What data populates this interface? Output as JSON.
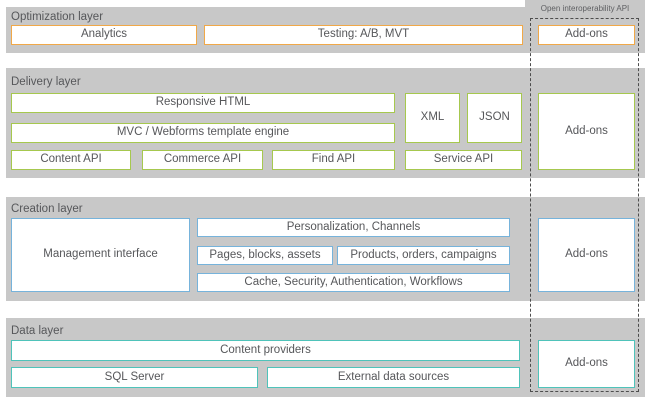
{
  "open_api": {
    "label": "Open interoperability API"
  },
  "colors": {
    "optimization_accent": "#F0A848",
    "delivery_accent": "#A6C84E",
    "creation_accent": "#76B3DB",
    "data_accent": "#4FC3BA",
    "band_background": "#C8C8C8",
    "text": "#56575A",
    "dashed_outline": "#4D4D4D"
  },
  "layers": [
    {
      "name": "Optimization layer",
      "addon_label": "Add-ons",
      "boxes": [
        {
          "label": "Analytics"
        },
        {
          "label": "Testing: A/B, MVT"
        }
      ]
    },
    {
      "name": "Delivery layer",
      "addon_label": "Add-ons",
      "boxes": [
        {
          "label": "Responsive HTML"
        },
        {
          "label": "MVC / Webforms template engine"
        },
        {
          "label": "XML"
        },
        {
          "label": "JSON"
        },
        {
          "label": "Content API"
        },
        {
          "label": "Commerce API"
        },
        {
          "label": "Find API"
        },
        {
          "label": "Service API"
        }
      ]
    },
    {
      "name": "Creation layer",
      "addon_label": "Add-ons",
      "boxes": [
        {
          "label": "Management interface"
        },
        {
          "label": "Personalization,  Channels"
        },
        {
          "label": "Pages, blocks, assets"
        },
        {
          "label": "Products, orders, campaigns"
        },
        {
          "label": "Cache,  Security,  Authentication,  Workflows"
        }
      ]
    },
    {
      "name": "Data layer",
      "addon_label": "Add-ons",
      "boxes": [
        {
          "label": "Content providers"
        },
        {
          "label": "SQL Server"
        },
        {
          "label": "External data sources"
        }
      ]
    }
  ]
}
